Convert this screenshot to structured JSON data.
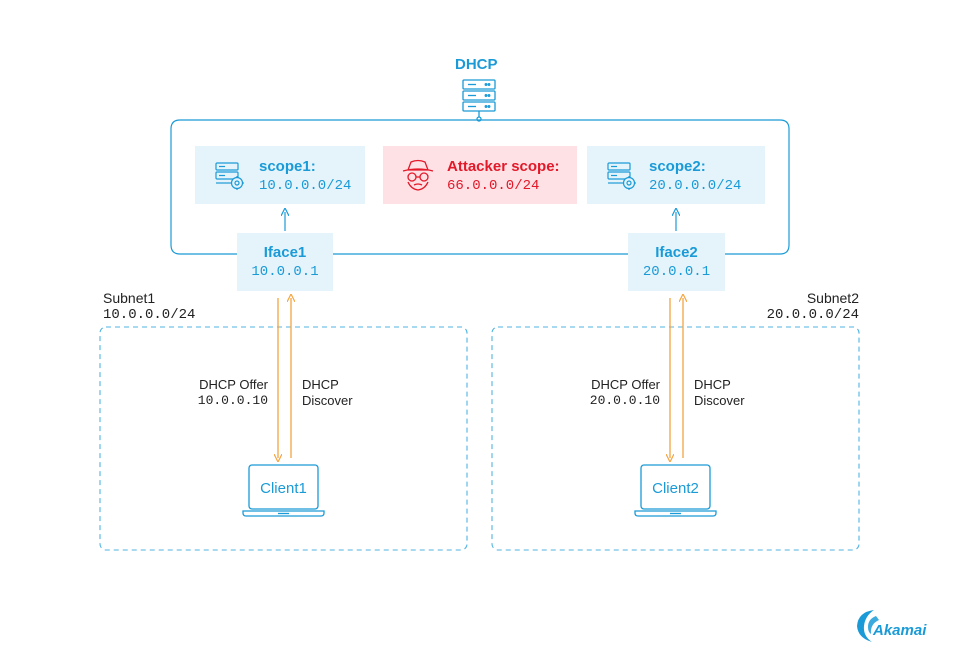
{
  "dhcp": {
    "label": "DHCP"
  },
  "scopes": [
    {
      "name": "scope1:",
      "range": "10.0.0.0/24"
    },
    {
      "name": "Attacker scope:",
      "range": "66.0.0.0/24"
    },
    {
      "name": "scope2:",
      "range": "20.0.0.0/24"
    }
  ],
  "interfaces": [
    {
      "name": "Iface1",
      "ip": "10.0.0.1"
    },
    {
      "name": "Iface2",
      "ip": "20.0.0.1"
    }
  ],
  "subnets": [
    {
      "name": "Subnet1",
      "cidr": "10.0.0.0/24",
      "offer_label": "DHCP Offer",
      "offer_ip": "10.0.0.10",
      "discover_line1": "DHCP",
      "discover_line2": "Discover",
      "client": "Client1"
    },
    {
      "name": "Subnet2",
      "cidr": "20.0.0.0/24",
      "offer_label": "DHCP Offer",
      "offer_ip": "20.0.0.10",
      "discover_line1": "DHCP",
      "discover_line2": "Discover",
      "client": "Client2"
    }
  ],
  "brand": {
    "name": "Akamai"
  },
  "colors": {
    "accent": "#1a9bd7",
    "attacker": "#e3192a",
    "box_bg": "#e5f3fb",
    "attacker_bg": "#fde1e4",
    "arrow": "#f5a442"
  }
}
